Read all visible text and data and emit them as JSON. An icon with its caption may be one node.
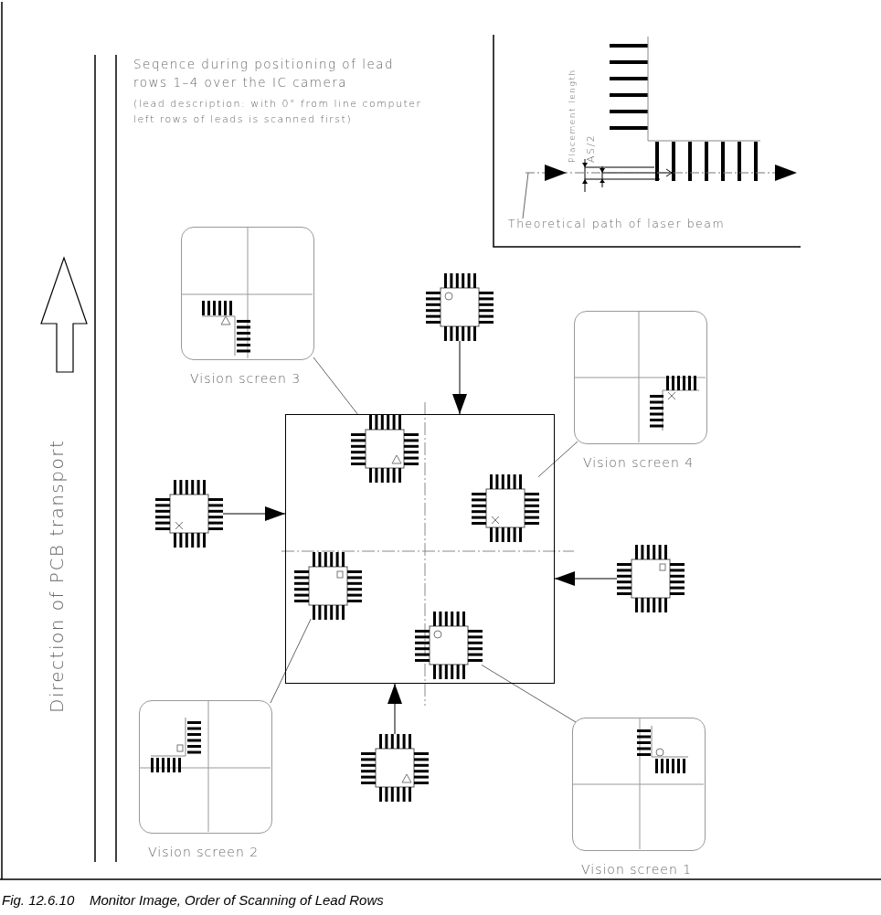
{
  "diagram": {
    "caption": "Fig. 12.6.10    Monitor Image, Order of Scanning of Lead Rows",
    "nodes": [
      {
        "text": [
          "Theoretical path of laser beam"
        ]
      },
      {
        "text": [
          "Vision screen 3"
        ]
      },
      {
        "text": [],
        "shape": "chip"
      },
      {
        "text": [
          "Vision screen 4"
        ]
      },
      {
        "text": [],
        "shape": "chip"
      },
      {
        "text": [],
        "shape": "box"
      },
      {
        "text": [],
        "shape": "chip",
        "in": 5
      },
      {
        "text": [],
        "shape": "chip",
        "in": 5
      },
      {
        "text": [],
        "shape": "chip",
        "in": 5
      },
      {
        "text": [],
        "shape": "chip",
        "in": 5
      },
      {
        "text": [],
        "shape": "chip"
      },
      {
        "text": [
          "Vision screen 2"
        ]
      },
      {
        "text": [],
        "shape": "chip"
      },
      {
        "text": [
          "Vision screen 1"
        ]
      },
      {
        "text": [],
        "shape": "line"
      }
    ],
    "edges": [
      {
        "from": 0,
        "to": 14,
        "arrow": "none"
      },
      {
        "from": 1,
        "to": 6,
        "arrow": "none"
      },
      {
        "from": 3,
        "to": 7,
        "arrow": "none"
      },
      {
        "from": 11,
        "to": 8,
        "arrow": "none"
      },
      {
        "from": 13,
        "to": 9,
        "arrow": "none"
      },
      {
        "from": 2,
        "to": 5,
        "arrow": "to",
        "color": "#000000"
      },
      {
        "from": 4,
        "to": 5,
        "arrow": "to",
        "color": "#000000"
      },
      {
        "from": 10,
        "to": 5,
        "arrow": "to",
        "color": "#000000"
      },
      {
        "from": 12,
        "to": 5,
        "arrow": "to",
        "color": "#000000"
      }
    ],
    "labels": [
      "Seqence during positioning of lead rows 1–4 over the IC camera",
      "(lead description: with 0° from line computer left rows of leads is scanned first)",
      "Placement length",
      "AS/2",
      "Direction of PCB transport"
    ]
  }
}
